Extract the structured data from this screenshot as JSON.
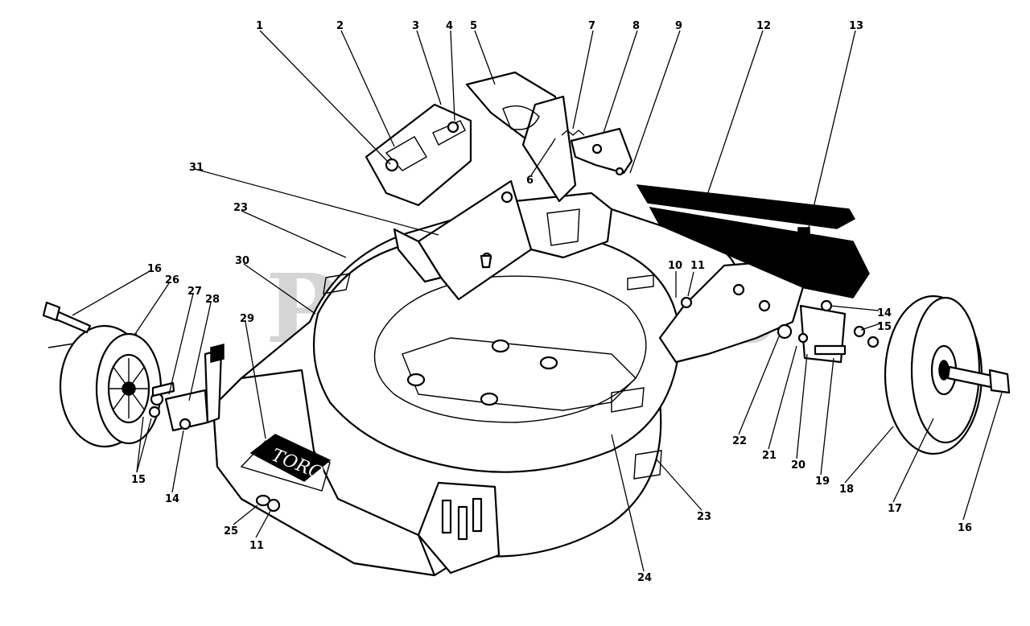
{
  "watermark": {
    "text": "PartsTree",
    "tm": "TM"
  },
  "logo": {
    "text": "TORO"
  },
  "callouts": [
    {
      "id": "c1",
      "label": "1"
    },
    {
      "id": "c2",
      "label": "2"
    },
    {
      "id": "c3",
      "label": "3"
    },
    {
      "id": "c4",
      "label": "4"
    },
    {
      "id": "c5",
      "label": "5"
    },
    {
      "id": "c6",
      "label": "6"
    },
    {
      "id": "c7",
      "label": "7"
    },
    {
      "id": "c8",
      "label": "8"
    },
    {
      "id": "c9",
      "label": "9"
    },
    {
      "id": "c10",
      "label": "10"
    },
    {
      "id": "c11a",
      "label": "11"
    },
    {
      "id": "c11b",
      "label": "11"
    },
    {
      "id": "c12",
      "label": "12"
    },
    {
      "id": "c13",
      "label": "13"
    },
    {
      "id": "c14a",
      "label": "14"
    },
    {
      "id": "c14b",
      "label": "14"
    },
    {
      "id": "c15a",
      "label": "15"
    },
    {
      "id": "c15b",
      "label": "15"
    },
    {
      "id": "c16a",
      "label": "16"
    },
    {
      "id": "c16b",
      "label": "16"
    },
    {
      "id": "c17",
      "label": "17"
    },
    {
      "id": "c18",
      "label": "18"
    },
    {
      "id": "c19",
      "label": "19"
    },
    {
      "id": "c20",
      "label": "20"
    },
    {
      "id": "c21",
      "label": "21"
    },
    {
      "id": "c22",
      "label": "22"
    },
    {
      "id": "c23a",
      "label": "23"
    },
    {
      "id": "c23b",
      "label": "23"
    },
    {
      "id": "c24",
      "label": "24"
    },
    {
      "id": "c25",
      "label": "25"
    },
    {
      "id": "c26",
      "label": "26"
    },
    {
      "id": "c27",
      "label": "27"
    },
    {
      "id": "c28",
      "label": "28"
    },
    {
      "id": "c29",
      "label": "29"
    },
    {
      "id": "c30",
      "label": "30"
    },
    {
      "id": "c31",
      "label": "31"
    }
  ]
}
